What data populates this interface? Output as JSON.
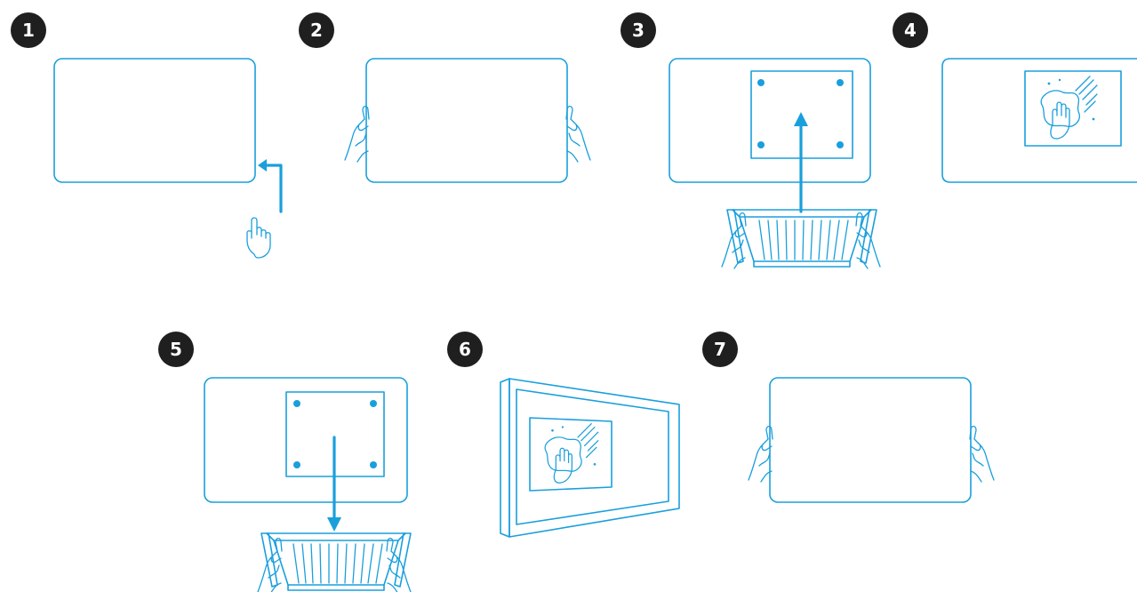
{
  "colors": {
    "accent": "#1a9fdc",
    "badge": "#1f1f1f",
    "badge_text": "#ffffff"
  },
  "steps": [
    {
      "number": "1",
      "icons": [
        "screen-icon",
        "left-arrow-icon",
        "pointing-hand-icon"
      ]
    },
    {
      "number": "2",
      "icons": [
        "screen-icon",
        "holding-hands-icon"
      ]
    },
    {
      "number": "3",
      "icons": [
        "screen-icon",
        "mount-plate-icon",
        "up-arrow-icon",
        "bracket-icon",
        "holding-hands-icon"
      ]
    },
    {
      "number": "4",
      "icons": [
        "screen-icon",
        "wiping-cloth-icon"
      ]
    },
    {
      "number": "5",
      "icons": [
        "screen-icon",
        "mount-plate-icon",
        "down-arrow-icon",
        "bracket-icon",
        "holding-hands-icon"
      ]
    },
    {
      "number": "6",
      "icons": [
        "wall-frame-icon",
        "wiping-cloth-icon"
      ]
    },
    {
      "number": "7",
      "icons": [
        "screen-icon",
        "holding-hands-icon"
      ]
    }
  ]
}
